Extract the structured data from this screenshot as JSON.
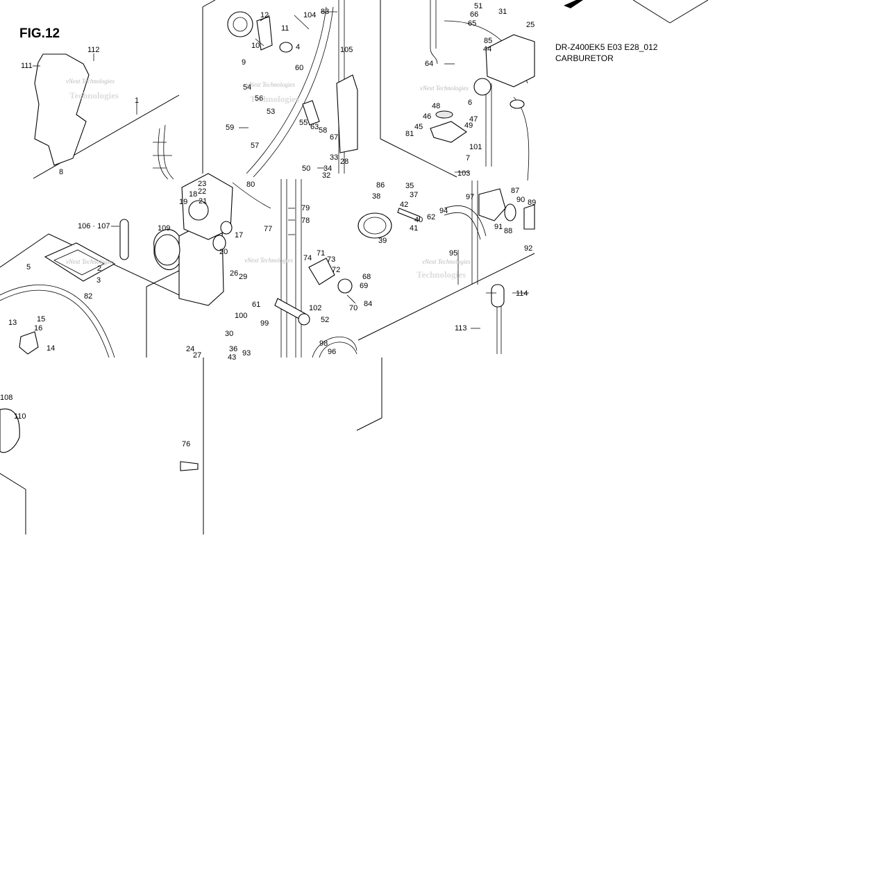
{
  "header": {
    "figure": "FIG.12",
    "model_code": "DR-Z400EK5 E03 E28_012",
    "section_title": "CARBURETOR"
  },
  "watermark": {
    "line1": "vNext Technologies",
    "line2": "Technologies"
  },
  "callouts": [
    {
      "n": "1"
    },
    {
      "n": "2"
    },
    {
      "n": "3"
    },
    {
      "n": "4"
    },
    {
      "n": "5"
    },
    {
      "n": "6"
    },
    {
      "n": "7"
    },
    {
      "n": "8"
    },
    {
      "n": "9"
    },
    {
      "n": "10"
    },
    {
      "n": "11"
    },
    {
      "n": "12"
    },
    {
      "n": "13"
    },
    {
      "n": "14"
    },
    {
      "n": "15"
    },
    {
      "n": "16"
    },
    {
      "n": "17"
    },
    {
      "n": "18"
    },
    {
      "n": "19"
    },
    {
      "n": "20"
    },
    {
      "n": "21"
    },
    {
      "n": "22"
    },
    {
      "n": "23"
    },
    {
      "n": "24"
    },
    {
      "n": "25"
    },
    {
      "n": "26"
    },
    {
      "n": "27"
    },
    {
      "n": "28"
    },
    {
      "n": "29"
    },
    {
      "n": "30"
    },
    {
      "n": "31"
    },
    {
      "n": "32"
    },
    {
      "n": "33"
    },
    {
      "n": "34"
    },
    {
      "n": "35"
    },
    {
      "n": "36"
    },
    {
      "n": "37"
    },
    {
      "n": "38"
    },
    {
      "n": "39"
    },
    {
      "n": "40"
    },
    {
      "n": "41"
    },
    {
      "n": "42"
    },
    {
      "n": "43"
    },
    {
      "n": "44"
    },
    {
      "n": "45"
    },
    {
      "n": "46"
    },
    {
      "n": "47"
    },
    {
      "n": "48"
    },
    {
      "n": "49"
    },
    {
      "n": "50"
    },
    {
      "n": "51"
    },
    {
      "n": "52"
    },
    {
      "n": "53"
    },
    {
      "n": "54"
    },
    {
      "n": "55"
    },
    {
      "n": "56"
    },
    {
      "n": "57"
    },
    {
      "n": "58"
    },
    {
      "n": "59"
    },
    {
      "n": "60"
    },
    {
      "n": "61"
    },
    {
      "n": "62"
    },
    {
      "n": "63"
    },
    {
      "n": "64"
    },
    {
      "n": "65"
    },
    {
      "n": "66"
    },
    {
      "n": "67"
    },
    {
      "n": "68"
    },
    {
      "n": "69"
    },
    {
      "n": "70"
    },
    {
      "n": "71"
    },
    {
      "n": "72"
    },
    {
      "n": "73"
    },
    {
      "n": "74"
    },
    {
      "n": "76"
    },
    {
      "n": "77"
    },
    {
      "n": "78"
    },
    {
      "n": "79"
    },
    {
      "n": "80"
    },
    {
      "n": "81"
    },
    {
      "n": "82"
    },
    {
      "n": "83"
    },
    {
      "n": "84"
    },
    {
      "n": "85"
    },
    {
      "n": "86"
    },
    {
      "n": "87"
    },
    {
      "n": "88"
    },
    {
      "n": "89"
    },
    {
      "n": "90"
    },
    {
      "n": "91"
    },
    {
      "n": "92"
    },
    {
      "n": "93"
    },
    {
      "n": "94"
    },
    {
      "n": "95"
    },
    {
      "n": "96"
    },
    {
      "n": "97"
    },
    {
      "n": "98"
    },
    {
      "n": "99"
    },
    {
      "n": "100"
    },
    {
      "n": "101"
    },
    {
      "n": "102"
    },
    {
      "n": "103"
    },
    {
      "n": "104"
    },
    {
      "n": "105"
    },
    {
      "n": "106 · 107"
    },
    {
      "n": "108"
    },
    {
      "n": "109"
    },
    {
      "n": "110"
    },
    {
      "n": "111"
    },
    {
      "n": "112"
    },
    {
      "n": "113"
    },
    {
      "n": "114"
    }
  ]
}
